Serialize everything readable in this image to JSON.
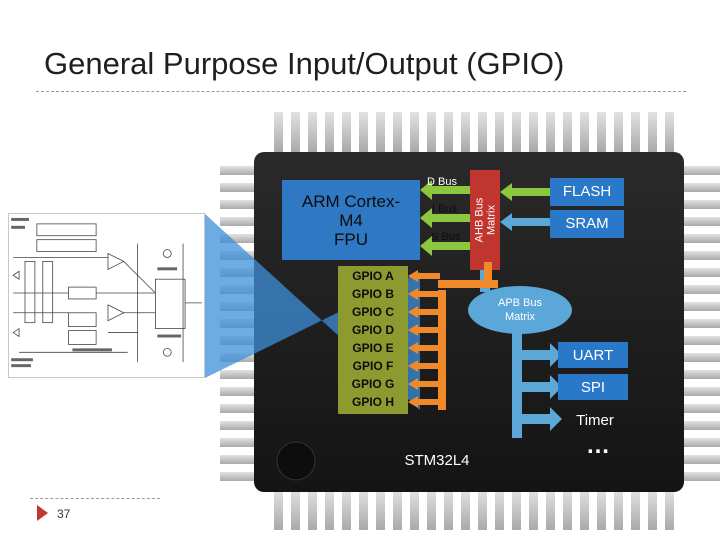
{
  "slide": {
    "title": "General Purpose Input/Output (GPIO)",
    "page_number": "37"
  },
  "chip": {
    "core": "ARM Cortex-\nM4\nFPU",
    "core_line1": "ARM Cortex-",
    "core_line2": "M4",
    "core_line3": "FPU",
    "d_bus": "D Bus",
    "i_bus": "I Bus",
    "s_bus": "S Bus",
    "ahb_line1": "AHB Bus",
    "ahb_line2": "Matrix",
    "flash": "FLASH",
    "sram": "SRAM",
    "apb_line1": "APB Bus",
    "apb_line2": "Matrix",
    "uart": "UART",
    "spi": "SPI",
    "timer": "Timer",
    "ellipsis": "…",
    "part_name": "STM32L4",
    "gpio_ports": [
      "GPIO A",
      "GPIO B",
      "GPIO C",
      "GPIO D",
      "GPIO E",
      "GPIO F",
      "GPIO G",
      "GPIO H"
    ]
  },
  "colors": {
    "core_box": "#2e78c4",
    "ahb_box": "#c0362f",
    "flash_box": "#2a78c8",
    "gpio_box": "#8c9a2f",
    "bus_green": "#8dc63f",
    "bus_orange": "#f0892a",
    "bus_blue": "#5aa7d8",
    "chip_body": "#1a1a1a",
    "pins": "#c9c9c9"
  }
}
